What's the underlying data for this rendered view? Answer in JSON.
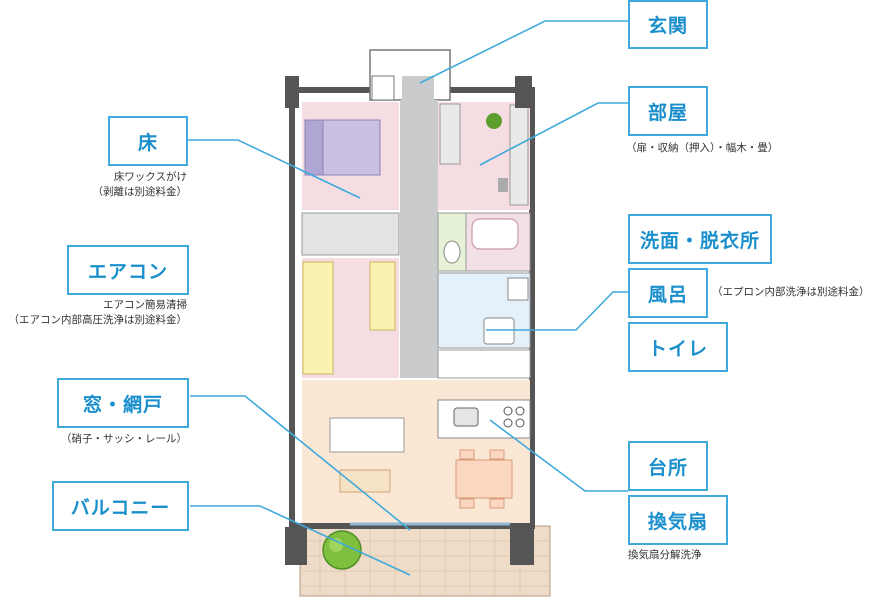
{
  "labels": {
    "genkan": "玄関",
    "heya": "部屋",
    "heya_note": "（扉・収納（押入）・幅木・畳）",
    "yuka": "床",
    "yuka_note_1": "床ワックスがけ",
    "yuka_note_2": "（剥離は別途料金）",
    "senmen": "洗面・脱衣所",
    "furo": "風呂",
    "furo_note": "（エプロン内部洗浄は別途料金）",
    "toilet": "トイレ",
    "aircon": "エアコン",
    "aircon_note_1": "エアコン簡易清掃",
    "aircon_note_2": "（エアコン内部高圧洗浄は別途料金）",
    "mado": "窓・網戸",
    "mado_note": "（硝子・サッシ・レール）",
    "daidokoro": "台所",
    "balcony": "バルコニー",
    "kankisen": "換気扇",
    "kankisen_note": "換気扇分解洗浄"
  },
  "colors": {
    "accent": "#3fa9dc",
    "accent_text": "#1a8fcc",
    "wall": "#555555",
    "bedroom_floor": "#f6dde2",
    "corridor": "#c9cbcc",
    "bath": "#f3dfe6",
    "washroom": "#e4f1fa",
    "toilet": "#e6f2d5",
    "ldk": "#fbe8d4",
    "balcony": "#eedcc8",
    "bed": "#c9c0e2",
    "furniture": "#fbf1b0"
  }
}
